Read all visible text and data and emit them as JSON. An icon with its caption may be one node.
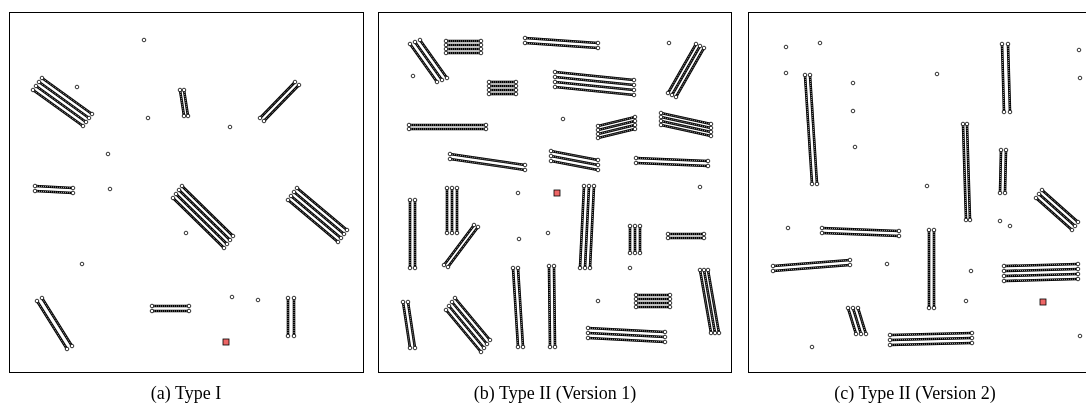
{
  "diagram": {
    "labels": [
      "(a) Type I",
      "(b) Type II (Version 1)",
      "(c) Type II (Version 2)"
    ]
  }
}
